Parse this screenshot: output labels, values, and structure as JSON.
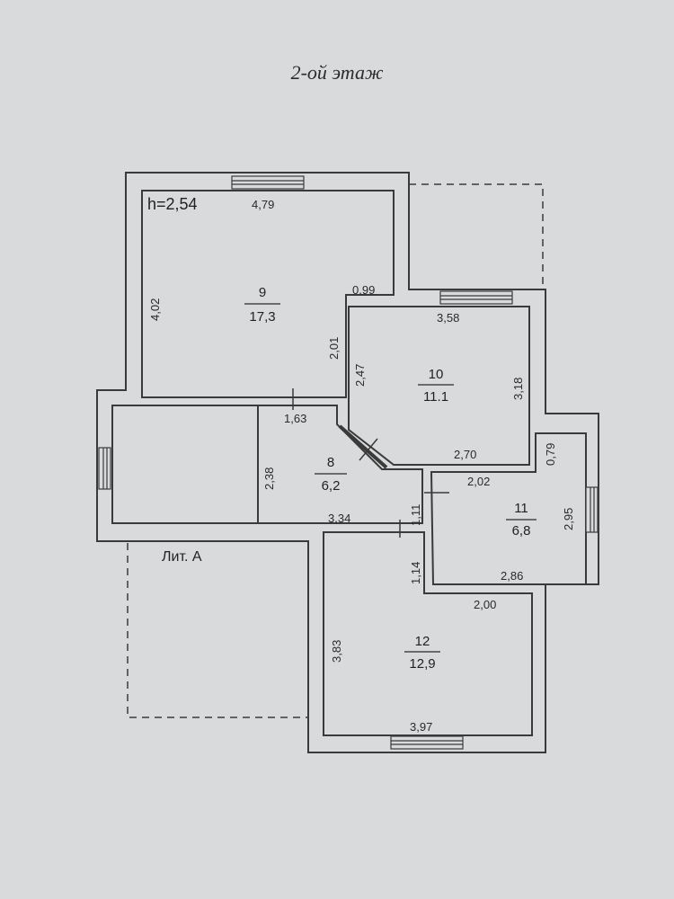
{
  "title": "2-ой этаж",
  "ceiling_height": "h=2,54",
  "building_label": "Лит. А",
  "rooms": [
    {
      "number": "9",
      "area": "17,3"
    },
    {
      "number": "10",
      "area": "11.1"
    },
    {
      "number": "8",
      "area": "6,2"
    },
    {
      "number": "11",
      "area": "6,8"
    },
    {
      "number": "12",
      "area": "12,9"
    }
  ],
  "dimensions": {
    "r9_width": "4,79",
    "r9_height": "4,02",
    "r9_notch": "0,99",
    "r9_inner": "2,01",
    "r10_top": "3,58",
    "r10_left": "2,47",
    "r10_right": "3,18",
    "r10_bottom": "2,70",
    "r8_top": "1,63",
    "r8_left": "2,38",
    "r8_bottom": "3,34",
    "r8_door": "1,11",
    "r11_top": "2,02",
    "r11_notch": "0,79",
    "r11_right": "2,95",
    "r11_bottom": "2,86",
    "r12_left": "3,83",
    "r12_door": "1,14",
    "r12_top": "2,00",
    "r12_bottom": "3,97"
  },
  "colors": {
    "background": "#d9dadb",
    "wall": "#3a3a3a",
    "interior": "#d6d7d8"
  }
}
